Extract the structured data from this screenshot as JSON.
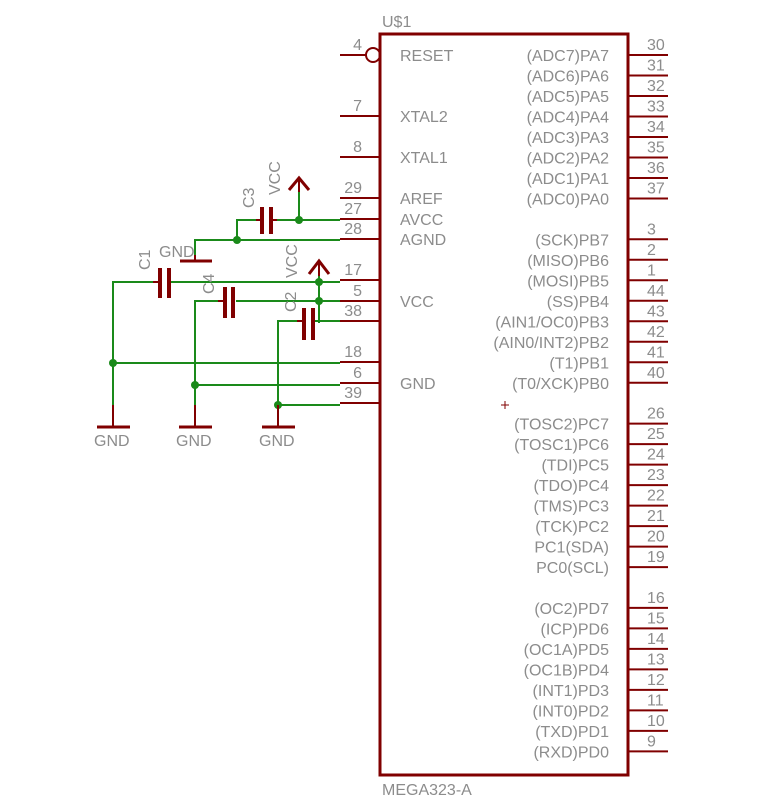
{
  "part": {
    "name": "U$1",
    "value": "MEGA323-A"
  },
  "left_pins": [
    {
      "num": "4",
      "label": "RESET",
      "inverted": true
    },
    {
      "num": "7",
      "label": "XTAL2"
    },
    {
      "num": "8",
      "label": "XTAL1"
    },
    {
      "num": "29",
      "label": "AREF"
    },
    {
      "num": "27",
      "label": "AVCC"
    },
    {
      "num": "28",
      "label": "AGND"
    },
    {
      "num": "17",
      "label": ""
    },
    {
      "num": "5",
      "label": "VCC"
    },
    {
      "num": "38",
      "label": ""
    },
    {
      "num": "18",
      "label": ""
    },
    {
      "num": "6",
      "label": "GND"
    },
    {
      "num": "39",
      "label": ""
    }
  ],
  "right_pins": [
    {
      "num": "30",
      "label": "(ADC7)PA7"
    },
    {
      "num": "31",
      "label": "(ADC6)PA6"
    },
    {
      "num": "32",
      "label": "(ADC5)PA5"
    },
    {
      "num": "33",
      "label": "(ADC4)PA4"
    },
    {
      "num": "34",
      "label": "(ADC3)PA3"
    },
    {
      "num": "35",
      "label": "(ADC2)PA2"
    },
    {
      "num": "36",
      "label": "(ADC1)PA1"
    },
    {
      "num": "37",
      "label": "(ADC0)PA0"
    },
    {
      "num": "3",
      "label": "(SCK)PB7"
    },
    {
      "num": "2",
      "label": "(MISO)PB6"
    },
    {
      "num": "1",
      "label": "(MOSI)PB5"
    },
    {
      "num": "44",
      "label": "(SS)PB4"
    },
    {
      "num": "43",
      "label": "(AIN1/OC0)PB3"
    },
    {
      "num": "42",
      "label": "(AIN0/INT2)PB2"
    },
    {
      "num": "41",
      "label": "(T1)PB1"
    },
    {
      "num": "40",
      "label": "(T0/XCK)PB0"
    },
    {
      "num": "26",
      "label": "(TOSC2)PC7"
    },
    {
      "num": "25",
      "label": "(TOSC1)PC6"
    },
    {
      "num": "24",
      "label": "(TDI)PC5"
    },
    {
      "num": "23",
      "label": "(TDO)PC4"
    },
    {
      "num": "22",
      "label": "(TMS)PC3"
    },
    {
      "num": "21",
      "label": "(TCK)PC2"
    },
    {
      "num": "20",
      "label": "PC1(SDA)"
    },
    {
      "num": "19",
      "label": "PC0(SCL)"
    },
    {
      "num": "16",
      "label": "(OC2)PD7"
    },
    {
      "num": "15",
      "label": "(ICP)PD6"
    },
    {
      "num": "14",
      "label": "(OC1A)PD5"
    },
    {
      "num": "13",
      "label": "(OC1B)PD4"
    },
    {
      "num": "12",
      "label": "(INT1)PD3"
    },
    {
      "num": "11",
      "label": "(INT0)PD2"
    },
    {
      "num": "10",
      "label": "(TXD)PD1"
    },
    {
      "num": "9",
      "label": "(RXD)PD0"
    }
  ],
  "capacitors": {
    "c1": "C1",
    "c2": "C2",
    "c3": "C3",
    "c4": "C4"
  },
  "supplies": {
    "vcc": "VCC",
    "gnd": "GND"
  },
  "colors": {
    "pin": "#800000",
    "wire": "#1a8a1a",
    "text": "#8c8c8c"
  }
}
